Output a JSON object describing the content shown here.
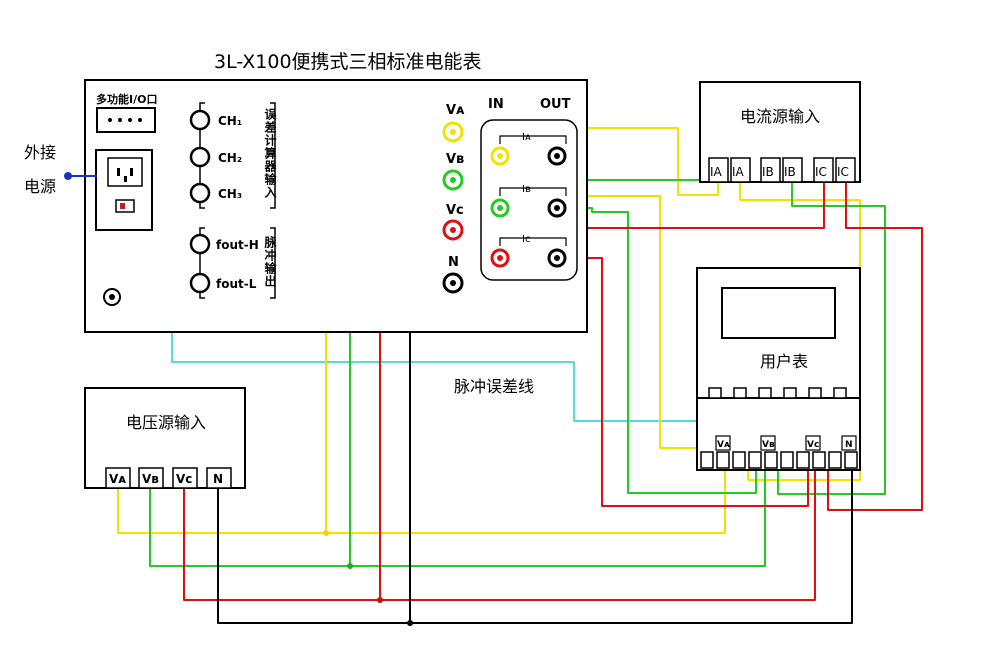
{
  "title": "3L-X100便携式三相标准电能表",
  "meter": {
    "io_label": "多功能I/O口",
    "external_power": [
      "外接",
      "电源"
    ],
    "channels": [
      "CH₁",
      "CH₂",
      "CH₃"
    ],
    "error_calc_label": "误差计算器输入",
    "fout": [
      "fout-H",
      "fout-L"
    ],
    "pulse_out_label": "脉冲输出",
    "voltage_terminals": [
      "Vᴀ",
      "Vʙ",
      "Vᴄ",
      "N"
    ],
    "in_label": "IN",
    "out_label": "OUT",
    "current_labels": [
      "Iᴀ",
      "Iʙ",
      "Iᴄ"
    ]
  },
  "current_source": {
    "title": "电流源输入",
    "terminals": [
      "IA",
      "IA",
      "IB",
      "IB",
      "IC",
      "IC"
    ]
  },
  "voltage_source": {
    "title": "电压源输入",
    "terminals": [
      "Vᴀ",
      "Vʙ",
      "Vᴄ",
      "N"
    ]
  },
  "user_meter": {
    "title": "用户表",
    "labels": [
      "Vᴀ",
      "Vʙ",
      "Vᴄ",
      "N"
    ]
  },
  "pulse_line_label": "脉冲误差线",
  "colors": {
    "phase_a": "#f2e200",
    "phase_b": "#22cc22",
    "phase_c": "#e01010",
    "neutral": "#000000",
    "pulse": "#55dddd",
    "pulse_pink": "#d890d8"
  }
}
